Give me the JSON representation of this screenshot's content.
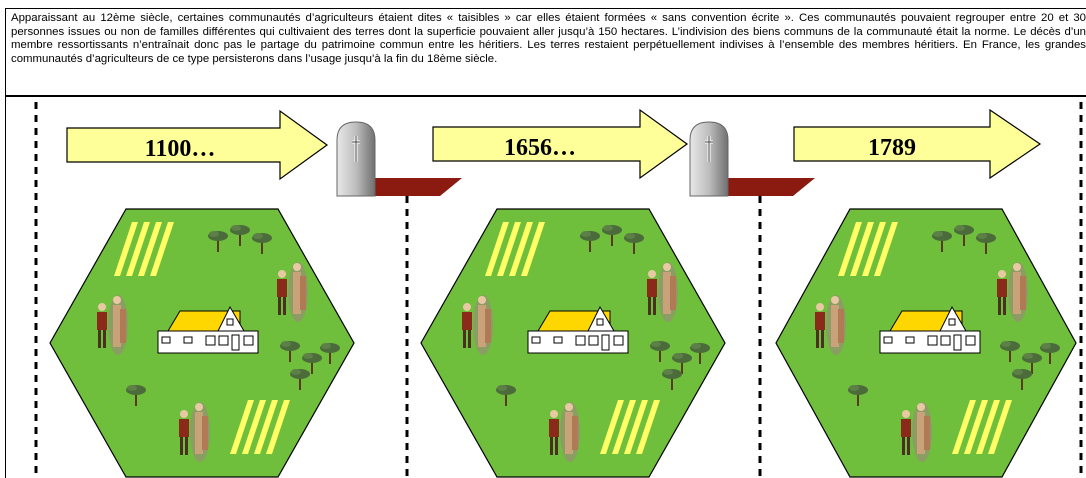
{
  "description_text": "Apparaissant au 12ème siècle, certaines communautés d’agriculteurs étaient dites « taisibles » car elles étaient formées « sans convention écrite ». Ces communautés pouvaient regrouper entre 20 et 30 personnes issues ou non de familles différentes qui cultivaient des terres dont la superficie pouvaient aller jusqu’à 150 hectares. L’indivision des biens communs de la communauté était la norme. Le décès d’un membre ressortissants n’entraînait donc pas le partage du patrimoine commun entre les héritiers. Les terres restaient perpétuellement indivises à l’ensemble des membres héritiers. En France, les grandes communautés d’agriculteurs de ce type persisterons dans l’usage jusqu’à la fin du 18ème siècle.",
  "arrows": [
    {
      "label": "1100…"
    },
    {
      "label": "1656…"
    },
    {
      "label": "1789"
    }
  ],
  "colors": {
    "arrow_fill": "#ffff99",
    "hexagon_fill": "#6fbe3c",
    "field_stripe": "#ffff66",
    "roof": "#ffd700",
    "grave_base": "#8b1a10",
    "tombstone": "#a8a8a8"
  },
  "icons": [
    "tombstone-cross-icon",
    "farmhouse-icon",
    "tree-icon",
    "peasant-couple-icon",
    "field-stripes-icon"
  ]
}
